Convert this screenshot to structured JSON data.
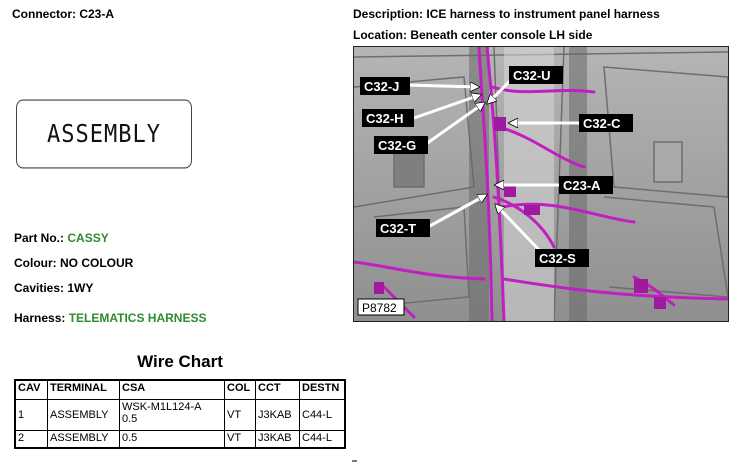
{
  "connector": {
    "label": "Connector:",
    "value": "C23-A"
  },
  "description": {
    "label": "Description:",
    "value": "ICE harness to instrument panel harness"
  },
  "location": {
    "label": "Location:",
    "value": "Beneath center console LH side"
  },
  "assembly_label": "ASSEMBLY",
  "part_no": {
    "label": "Part No.:",
    "value": "CASSY"
  },
  "colour": {
    "label": "Colour:",
    "value": "NO COLOUR"
  },
  "cavities": {
    "label": "Cavities:",
    "value": "1WY"
  },
  "harness": {
    "label": "Harness:",
    "value": "TELEMATICS HARNESS"
  },
  "wire_chart": {
    "title": "Wire Chart",
    "headers": [
      "CAV",
      "TERMINAL",
      "CSA",
      "COL",
      "CCT",
      "DESTN"
    ],
    "rows": [
      {
        "cav": "1",
        "terminal": "ASSEMBLY",
        "csa_1": "WSK-M1L124-A",
        "csa_2": "0.5",
        "col": "VT",
        "cct": "J3KAB",
        "destn": "C44-L"
      },
      {
        "cav": "2",
        "terminal": "ASSEMBLY",
        "csa_1": "0.5",
        "csa_2": "",
        "col": "VT",
        "cct": "J3KAB",
        "destn": "C44-L"
      }
    ]
  },
  "photo": {
    "reference": "P8782",
    "callouts": [
      "C32-J",
      "C32-U",
      "C32-H",
      "C32-C",
      "C32-G",
      "C23-A",
      "C32-T",
      "C32-S"
    ]
  },
  "colors": {
    "highlight_green": "#2e8b2e",
    "harness_magenta": "#c21fc2",
    "callout_bg": "#000000"
  }
}
